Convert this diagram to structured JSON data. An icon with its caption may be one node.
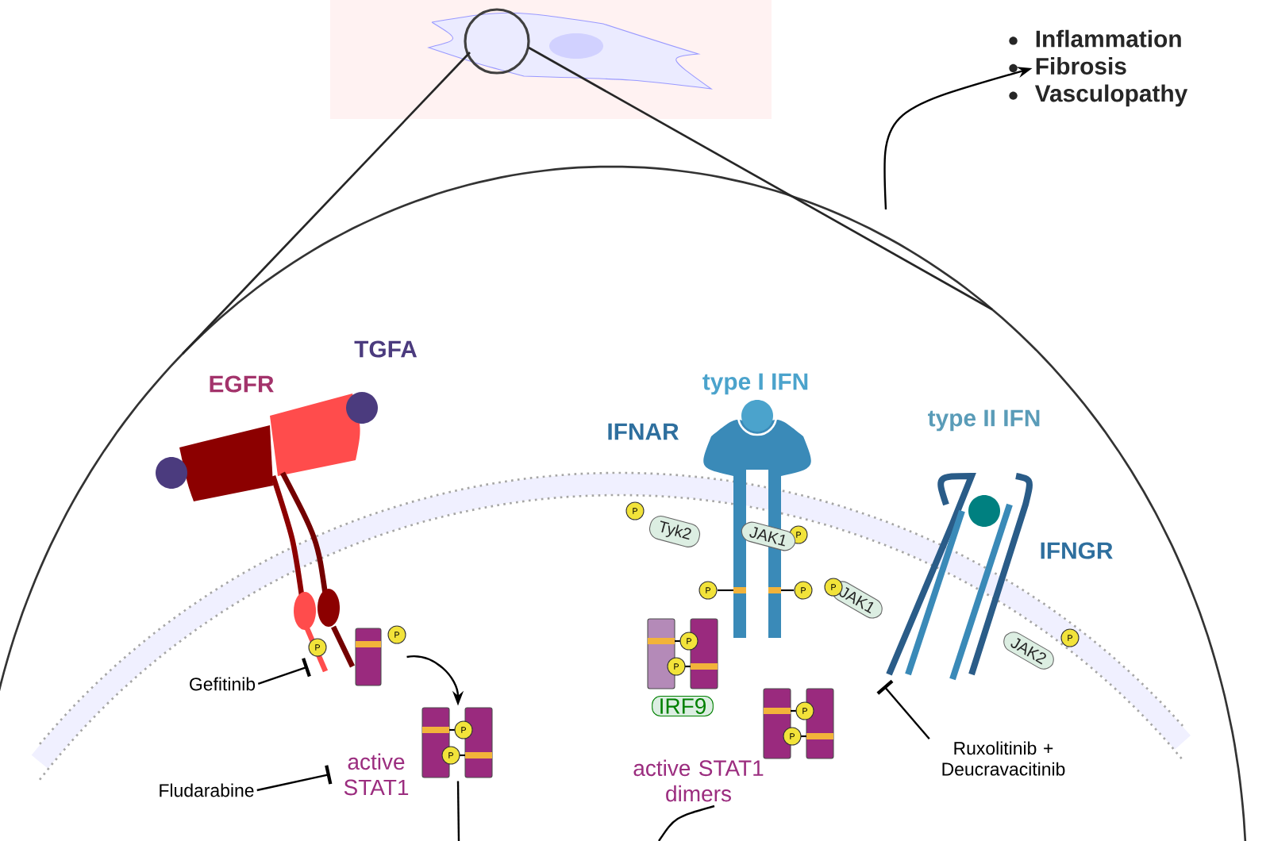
{
  "diagram": {
    "nodes": [
      {
        "text": [
          "Inflammation",
          "Fibrosis",
          "Vasculopathy"
        ]
      },
      {
        "text": [
          "TGFA"
        ]
      },
      {
        "text": [
          "EGFR"
        ]
      },
      {
        "text": [
          "type I IFN"
        ]
      },
      {
        "text": [
          "IFNAR"
        ]
      },
      {
        "text": [
          "type II IFN"
        ]
      },
      {
        "text": [
          "IFNGR"
        ]
      },
      {
        "text": [],
        "shape": "picture"
      },
      {
        "text": [
          "Tyk2"
        ]
      },
      {
        "text": [
          "JAK1"
        ]
      },
      {
        "text": [
          "JAK1"
        ]
      },
      {
        "text": [
          "JAK2"
        ]
      },
      {
        "text": [],
        "shape": "picture"
      },
      {
        "text": [
          "IRF9"
        ]
      },
      {
        "text": [
          "Gefitinib"
        ]
      },
      {
        "text": [],
        "shape": "picture"
      },
      {
        "text": [
          "active STAT1"
        ]
      },
      {
        "text": [
          "Fludarabine"
        ]
      },
      {
        "text": [
          "Ruxolitinib + Deucravacitinib"
        ]
      },
      {
        "text": [
          "active STAT1 dimers"
        ]
      },
      {
        "text": [],
        "shape": "picture"
      }
    ],
    "labels": [
      "P",
      "P",
      "P",
      "P",
      "P",
      "P",
      "P",
      "P",
      "P",
      "P",
      "P",
      "P",
      "P",
      "P"
    ],
    "edges": [
      {
        "from": null,
        "to": 0,
        "arrow": "to"
      },
      {
        "from": 14,
        "to": 7,
        "arrow": "other"
      },
      {
        "from": 17,
        "to": 16,
        "arrow": "other"
      },
      {
        "from": 12,
        "to": 15,
        "arrow": "to"
      },
      {
        "from": 18,
        "to": 20,
        "arrow": "other"
      },
      {
        "from": 15,
        "to": null,
        "arrow": "none"
      }
    ]
  }
}
